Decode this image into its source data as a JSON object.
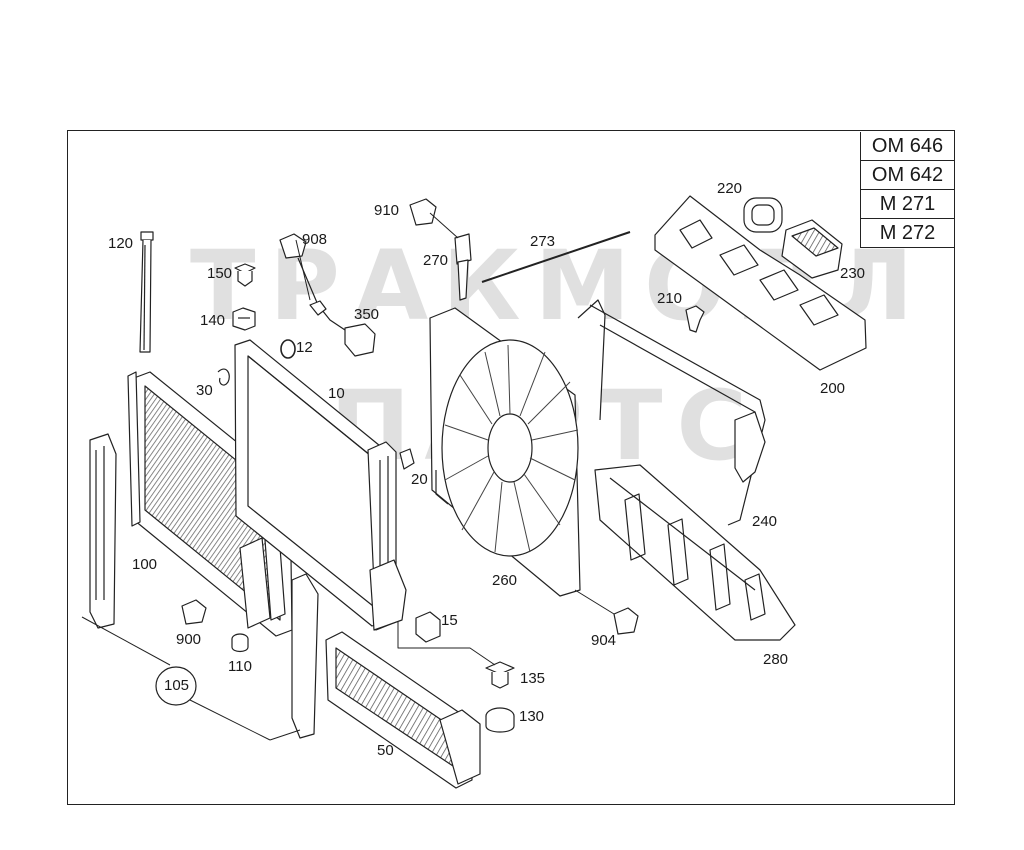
{
  "engine_variants": [
    "OM 646",
    "OM 642",
    "M 271",
    "M 272"
  ],
  "watermark": {
    "line1": "ТРАКМОЛЛ",
    "line2": "ПАРТС"
  },
  "callouts": [
    "910",
    "908",
    "120",
    "150",
    "140",
    "270",
    "273",
    "350",
    "12",
    "30",
    "10",
    "20",
    "100",
    "900",
    "110",
    "105",
    "15",
    "135",
    "130",
    "50",
    "260",
    "904",
    "220",
    "230",
    "210",
    "200",
    "240",
    "280"
  ],
  "colors": {
    "line": "#222222",
    "hatch": "#6a6a6a",
    "watermark": "#c8c8c8"
  }
}
